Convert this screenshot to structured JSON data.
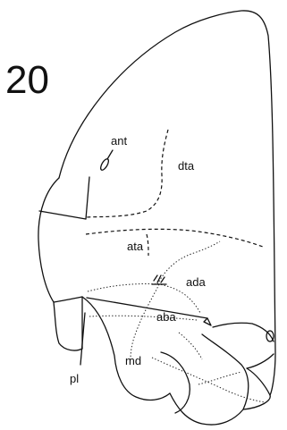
{
  "figure_number": "20",
  "labels": {
    "ant": "ant",
    "dta": "dta",
    "ata": "ata",
    "ada": "ada",
    "aba": "aba",
    "md": "md",
    "pl": "pl"
  }
}
